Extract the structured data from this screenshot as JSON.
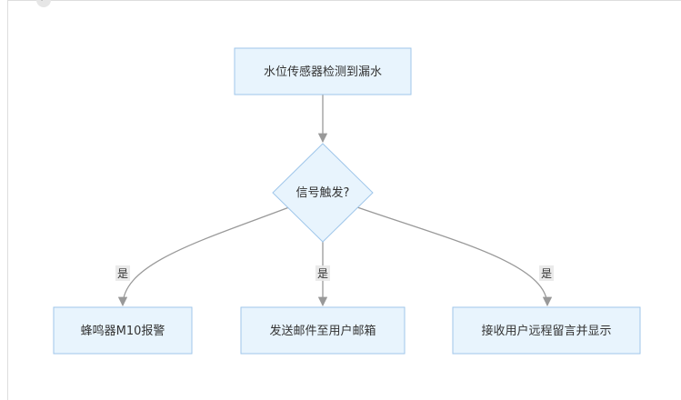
{
  "nodes": {
    "start": "水位传感器检测到漏水",
    "decision": "信号触发?",
    "buzzer": "蜂鸣器M10报警",
    "email": "发送邮件至用户邮箱",
    "remote": "接收用户远程留言并显示"
  },
  "edges": {
    "yes_left": "是",
    "yes_mid": "是",
    "yes_right": "是"
  },
  "colors": {
    "node_fill": "#e8f4fd",
    "node_stroke": "#9fc6ea",
    "edge": "#999999"
  }
}
